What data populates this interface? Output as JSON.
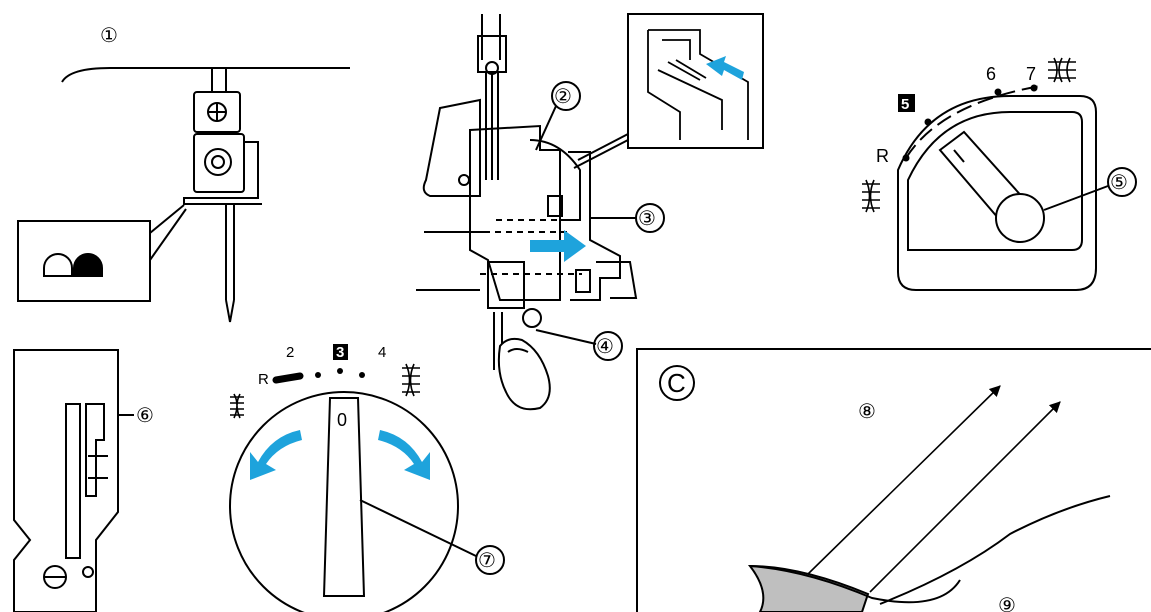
{
  "callouts": {
    "c1": "①",
    "c2": "②",
    "c3": "③",
    "c4": "④",
    "c5": "⑤",
    "c6": "⑥",
    "c7": "⑦",
    "c8": "⑧",
    "c9": "⑨"
  },
  "dial_small": {
    "pos_r": "R",
    "pos_2": "2",
    "pos_3": "3",
    "pos_4": "4",
    "knob_mark": "0"
  },
  "dial_large": {
    "pos_r": "R",
    "pos_5": "5",
    "pos_6": "6",
    "pos_7": "7"
  },
  "panel_c": {
    "letter": "C"
  },
  "colors": {
    "arrow_accent": "#1ea3dc",
    "line": "#000000",
    "fill_gray": "#bfbfbf"
  }
}
